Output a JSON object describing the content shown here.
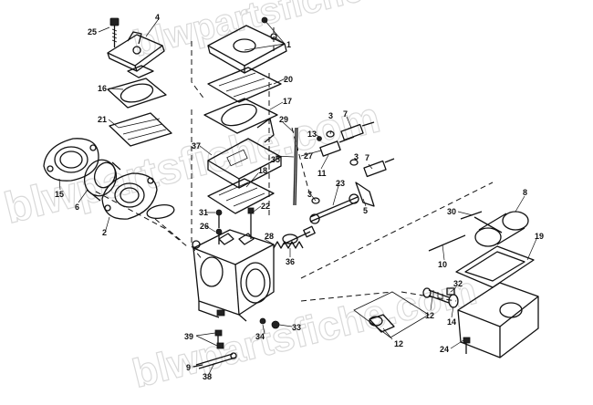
{
  "watermark": "blwpartsfiche.com",
  "callouts": [
    {
      "id": "c1",
      "text": "1"
    },
    {
      "id": "c2",
      "text": "2"
    },
    {
      "id": "c3a",
      "text": "3"
    },
    {
      "id": "c3b",
      "text": "3"
    },
    {
      "id": "c3c",
      "text": "3"
    },
    {
      "id": "c4",
      "text": "4"
    },
    {
      "id": "c5",
      "text": "5"
    },
    {
      "id": "c6",
      "text": "6"
    },
    {
      "id": "c7",
      "text": "7"
    },
    {
      "id": "c7b",
      "text": "7"
    },
    {
      "id": "c8",
      "text": "8"
    },
    {
      "id": "c9",
      "text": "9"
    },
    {
      "id": "c10",
      "text": "10"
    },
    {
      "id": "c11",
      "text": "11"
    },
    {
      "id": "c12a",
      "text": "12"
    },
    {
      "id": "c12b",
      "text": "12"
    },
    {
      "id": "c13",
      "text": "13"
    },
    {
      "id": "c14",
      "text": "14"
    },
    {
      "id": "c15",
      "text": "15"
    },
    {
      "id": "c16",
      "text": "16"
    },
    {
      "id": "c17",
      "text": "17"
    },
    {
      "id": "c18",
      "text": "18"
    },
    {
      "id": "c19",
      "text": "19"
    },
    {
      "id": "c20",
      "text": "20"
    },
    {
      "id": "c21",
      "text": "21"
    },
    {
      "id": "c22",
      "text": "22"
    },
    {
      "id": "c23",
      "text": "23"
    },
    {
      "id": "c24",
      "text": "24"
    },
    {
      "id": "c25",
      "text": "25"
    },
    {
      "id": "c26",
      "text": "26"
    },
    {
      "id": "c27",
      "text": "27"
    },
    {
      "id": "c28",
      "text": "28"
    },
    {
      "id": "c29",
      "text": "29"
    },
    {
      "id": "c30",
      "text": "30"
    },
    {
      "id": "c31",
      "text": "31"
    },
    {
      "id": "c32",
      "text": "32"
    },
    {
      "id": "c33",
      "text": "33"
    },
    {
      "id": "c34",
      "text": "34"
    },
    {
      "id": "c35",
      "text": "35"
    },
    {
      "id": "c36",
      "text": "36"
    },
    {
      "id": "c37",
      "text": "37"
    },
    {
      "id": "c38",
      "text": "38"
    },
    {
      "id": "c39",
      "text": "39"
    }
  ]
}
